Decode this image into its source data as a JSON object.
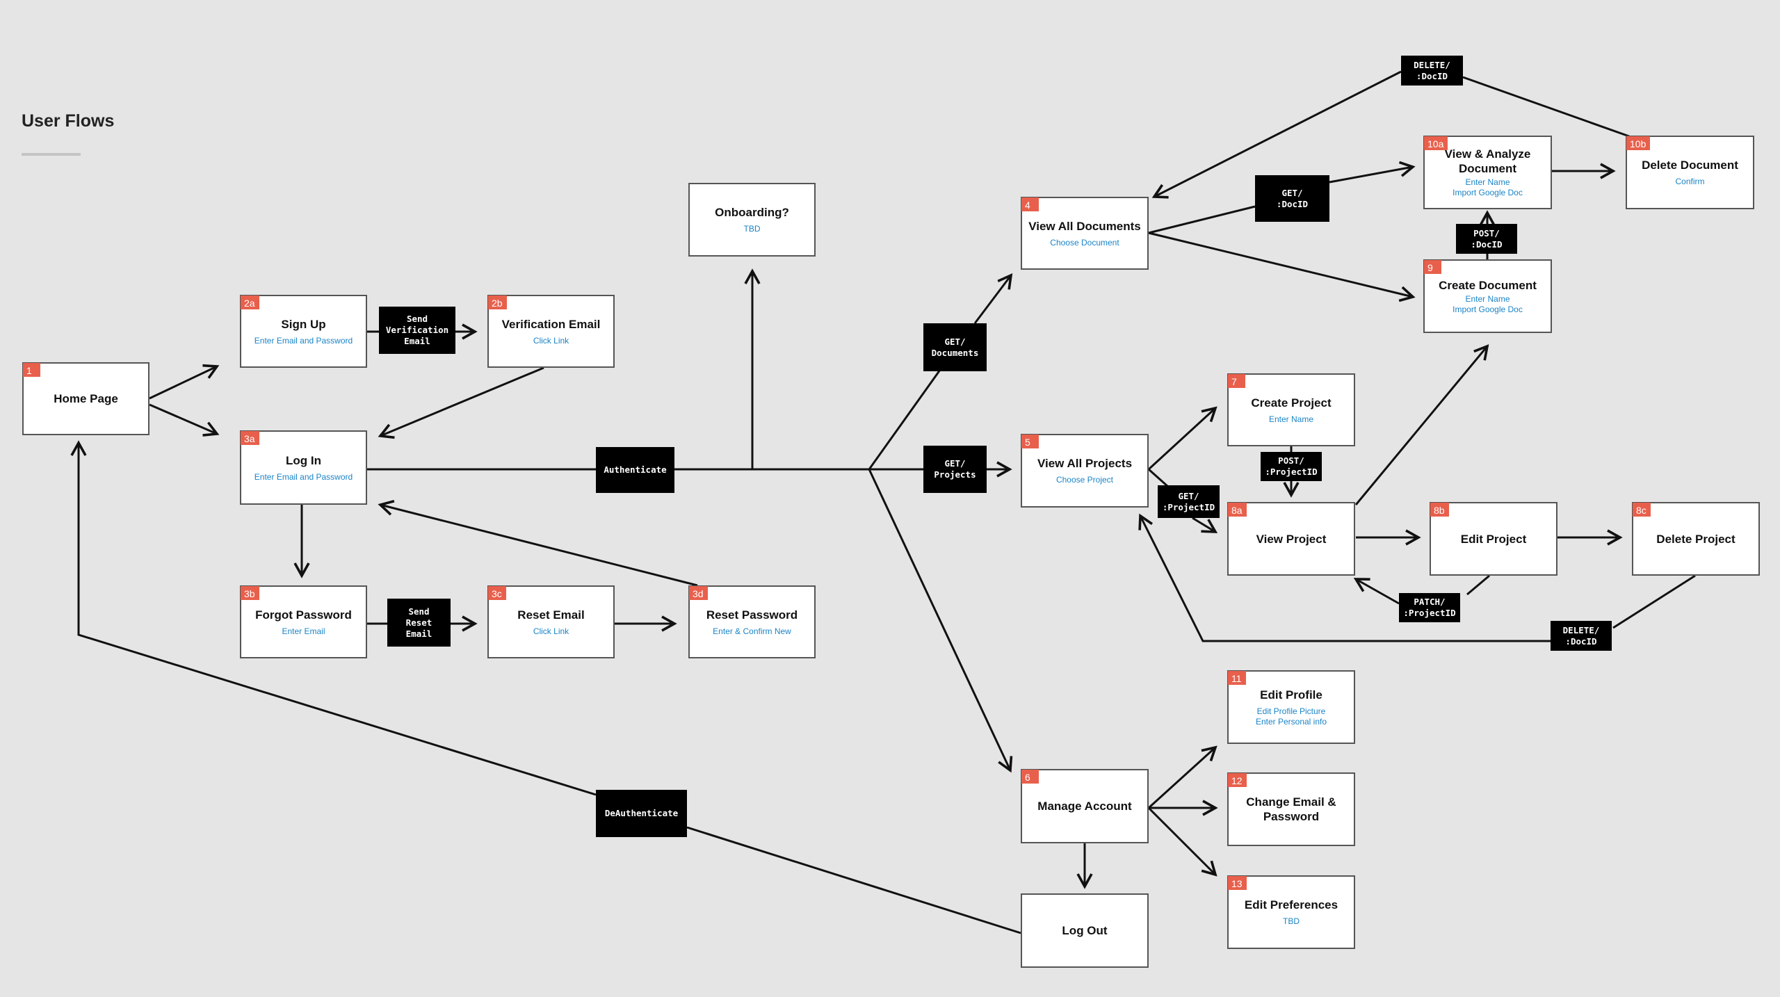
{
  "title": "User Flows",
  "nodes": {
    "home": {
      "tag": "1",
      "title": "Home Page",
      "sub": []
    },
    "signup": {
      "tag": "2a",
      "title": "Sign Up",
      "sub": [
        "Enter Email and Password"
      ]
    },
    "verify": {
      "tag": "2b",
      "title": "Verification Email",
      "sub": [
        "Click Link"
      ]
    },
    "login": {
      "tag": "3a",
      "title": "Log In",
      "sub": [
        "Enter Email and Password"
      ]
    },
    "forgot": {
      "tag": "3b",
      "title": "Forgot Password",
      "sub": [
        "Enter Email"
      ]
    },
    "resetemail": {
      "tag": "3c",
      "title": "Reset Email",
      "sub": [
        "Click Link"
      ]
    },
    "resetpw": {
      "tag": "3d",
      "title": "Reset Password",
      "sub": [
        "Enter & Confirm New"
      ]
    },
    "onboarding": {
      "tag": "",
      "title": "Onboarding?",
      "sub": [
        "TBD"
      ]
    },
    "alldocs": {
      "tag": "4",
      "title": "View All Documents",
      "sub": [
        "Choose Document"
      ]
    },
    "allprojects": {
      "tag": "5",
      "title": "View All Projects",
      "sub": [
        "Choose Project"
      ]
    },
    "account": {
      "tag": "6",
      "title": "Manage Account",
      "sub": []
    },
    "logout": {
      "tag": "",
      "title": "Log Out",
      "sub": []
    },
    "createproj": {
      "tag": "7",
      "title": "Create Project",
      "sub": [
        "Enter Name"
      ]
    },
    "viewproj": {
      "tag": "8a",
      "title": "View Project",
      "sub": []
    },
    "editproj": {
      "tag": "8b",
      "title": "Edit Project",
      "sub": []
    },
    "delproj": {
      "tag": "8c",
      "title": "Delete Project",
      "sub": []
    },
    "createdoc": {
      "tag": "9",
      "title": "Create Document",
      "sub": [
        "Enter Name",
        "Import Google Doc"
      ]
    },
    "viewdoc": {
      "tag": "10a",
      "title": "View & Analyze Document",
      "sub": [
        "Enter Name",
        "Import Google Doc"
      ]
    },
    "deldoc": {
      "tag": "10b",
      "title": "Delete Document",
      "sub": [
        "Confirm"
      ]
    },
    "profile": {
      "tag": "11",
      "title": "Edit Profile",
      "sub": [
        "Edit Profile Picture",
        "Enter Personal info"
      ]
    },
    "email": {
      "tag": "12",
      "title": "Change Email & Password",
      "sub": []
    },
    "prefs": {
      "tag": "13",
      "title": "Edit Preferences",
      "sub": [
        "TBD"
      ]
    }
  },
  "labels": {
    "send_verification": "Send\nVerification\nEmail",
    "send_reset": "Send\nReset\nEmail",
    "authenticate": "Authenticate",
    "deauthenticate": "DeAuthenticate",
    "get_documents": "GET/\nDocuments",
    "get_projects": "GET/\nProjects",
    "get_projectid": "GET/\n:ProjectID",
    "post_projectid": "POST/\n:ProjectID",
    "patch_projectid": "PATCH/\n:ProjectID",
    "delete_docid_proj": "DELETE/\n:DocID",
    "get_docid": "GET/\n:DocID",
    "post_docid": "POST/\n:DocID",
    "delete_docid_top": "DELETE/\n:DocID"
  }
}
